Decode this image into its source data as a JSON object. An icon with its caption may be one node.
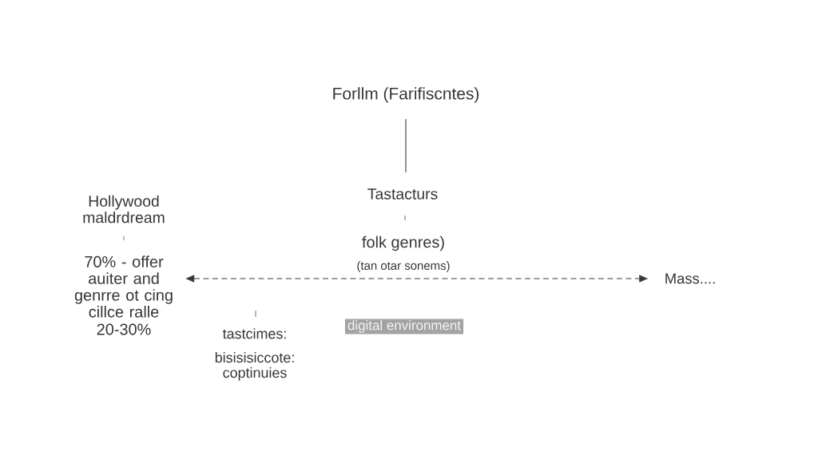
{
  "diagram": {
    "nodes": [
      {
        "text": [
          "Forllm (Farifiscntes)"
        ]
      },
      {
        "text": [
          "Tastacturs"
        ]
      },
      {
        "text": [
          "folk genres)"
        ]
      },
      {
        "text": [
          "Hollywood maldrdream"
        ]
      },
      {
        "text": [
          "70% - offer auiter and genrre ot cing cillce ralle",
          "20-30%"
        ]
      },
      {
        "text": [
          "tastcimes:",
          "bisisisiccote: coptinuies"
        ]
      },
      {
        "text": [
          "digital environment"
        ]
      },
      {
        "text": [
          "Mass...."
        ]
      }
    ],
    "edges": [
      {
        "from": 0,
        "to": 1,
        "arrow": "none"
      },
      {
        "from": 4,
        "to": 7,
        "arrow": "both",
        "style": "dashed",
        "label": "(tan otar sonems)"
      }
    ]
  }
}
